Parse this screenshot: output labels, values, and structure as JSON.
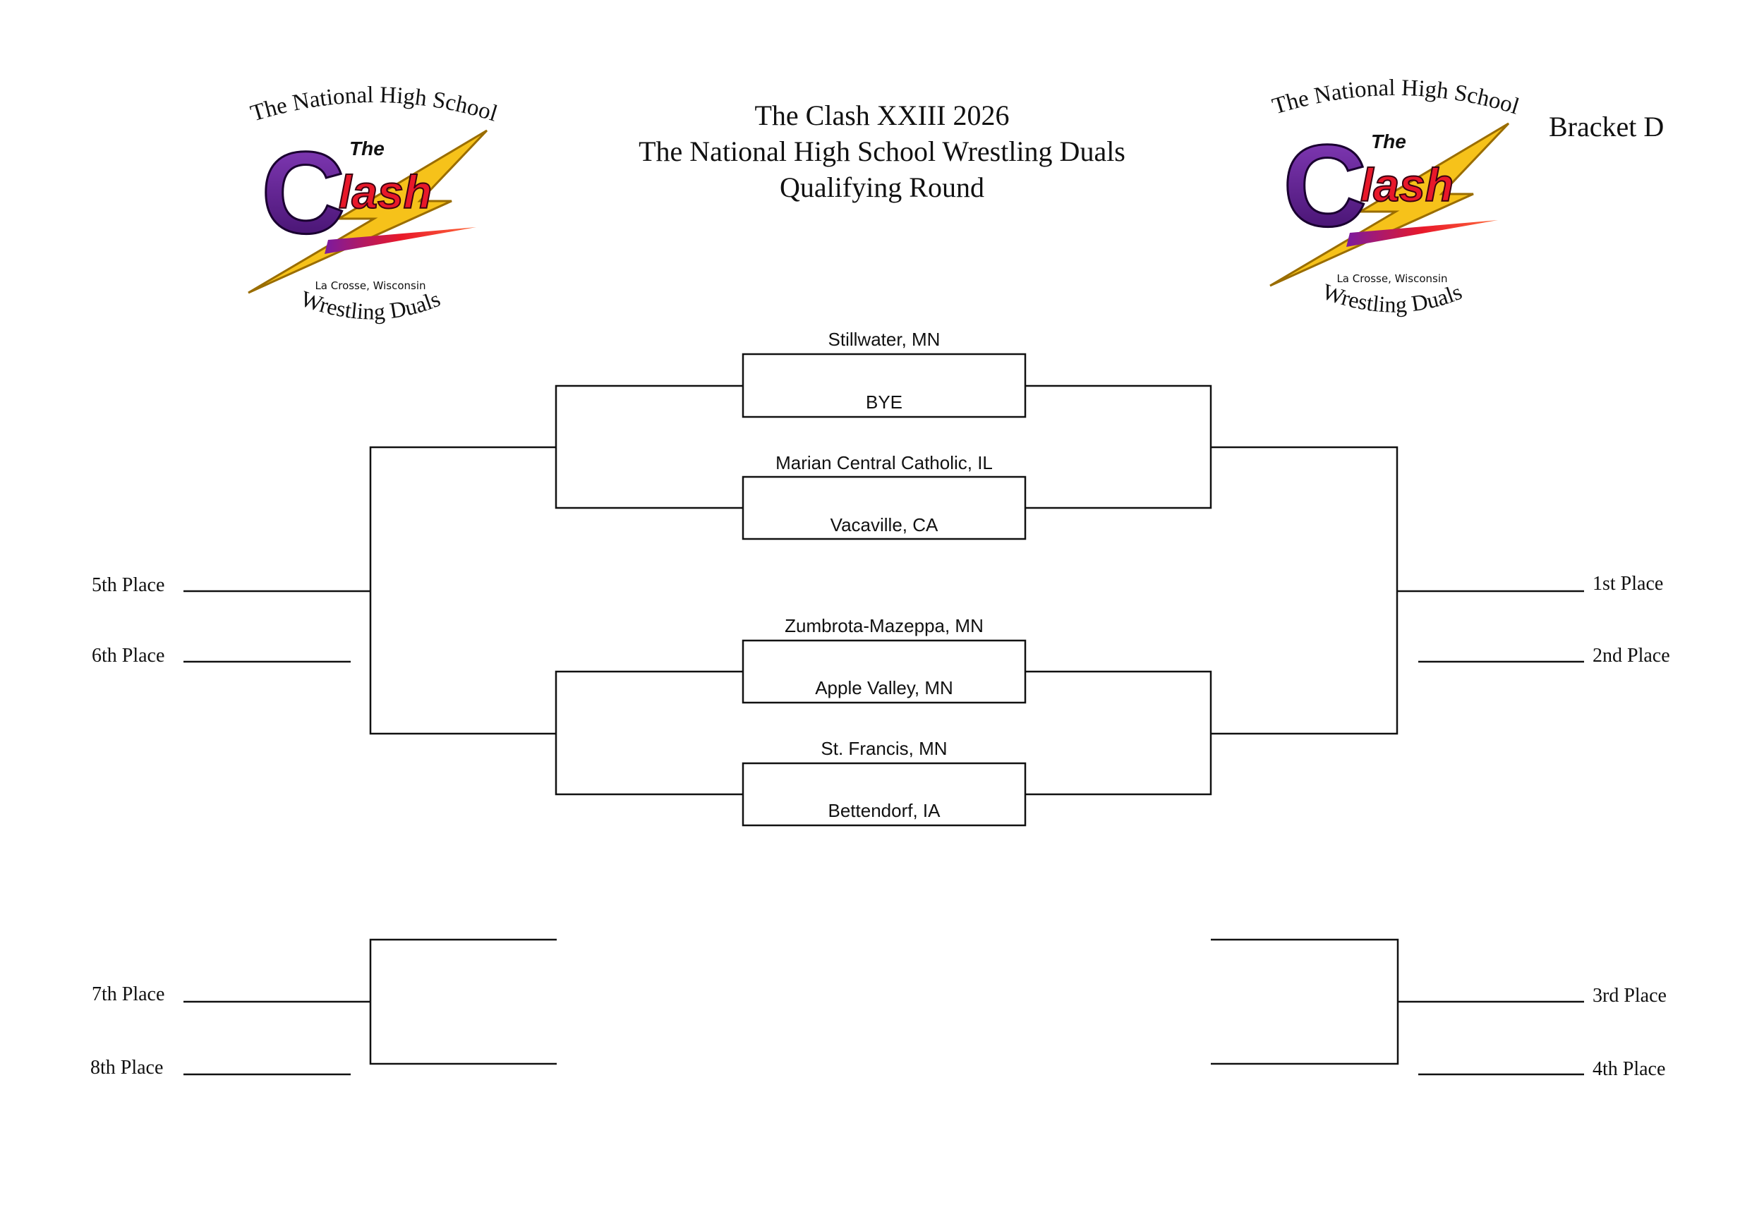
{
  "header": {
    "title_line1": "The Clash XXIII 2026",
    "title_line2": "The National High School Wrestling Duals",
    "title_line3": "Qualifying Round",
    "bracket_label": "Bracket D"
  },
  "logo": {
    "top_arc_text": "The National High School",
    "the_text": "The",
    "big_c": "C",
    "lash_text": "lash",
    "location": "La Crosse, Wisconsin",
    "bottom_arc_text": "Wrestling Duals",
    "colors": {
      "c_purple": "#5a1a8c",
      "lash_red": "#e8182a",
      "bolt_yellow": "#f6c21a",
      "bolt_edge": "#9a6d00"
    }
  },
  "matches": [
    {
      "top": "Stillwater, MN",
      "bottom": "BYE"
    },
    {
      "top": "Marian Central Catholic, IL",
      "bottom": "Vacaville, CA"
    },
    {
      "top": "Zumbrota-Mazeppa, MN",
      "bottom": "Apple Valley, MN"
    },
    {
      "top": "St. Francis, MN",
      "bottom": "Bettendorf, IA"
    }
  ],
  "places": {
    "p1": "1st Place",
    "p2": "2nd Place",
    "p3": "3rd Place",
    "p4": "4th Place",
    "p5": "5th Place",
    "p6": "6th Place",
    "p7": "7th Place",
    "p8": "8th Place"
  },
  "colors": {
    "line": "#111111",
    "text": "#111111",
    "background": "#ffffff"
  }
}
